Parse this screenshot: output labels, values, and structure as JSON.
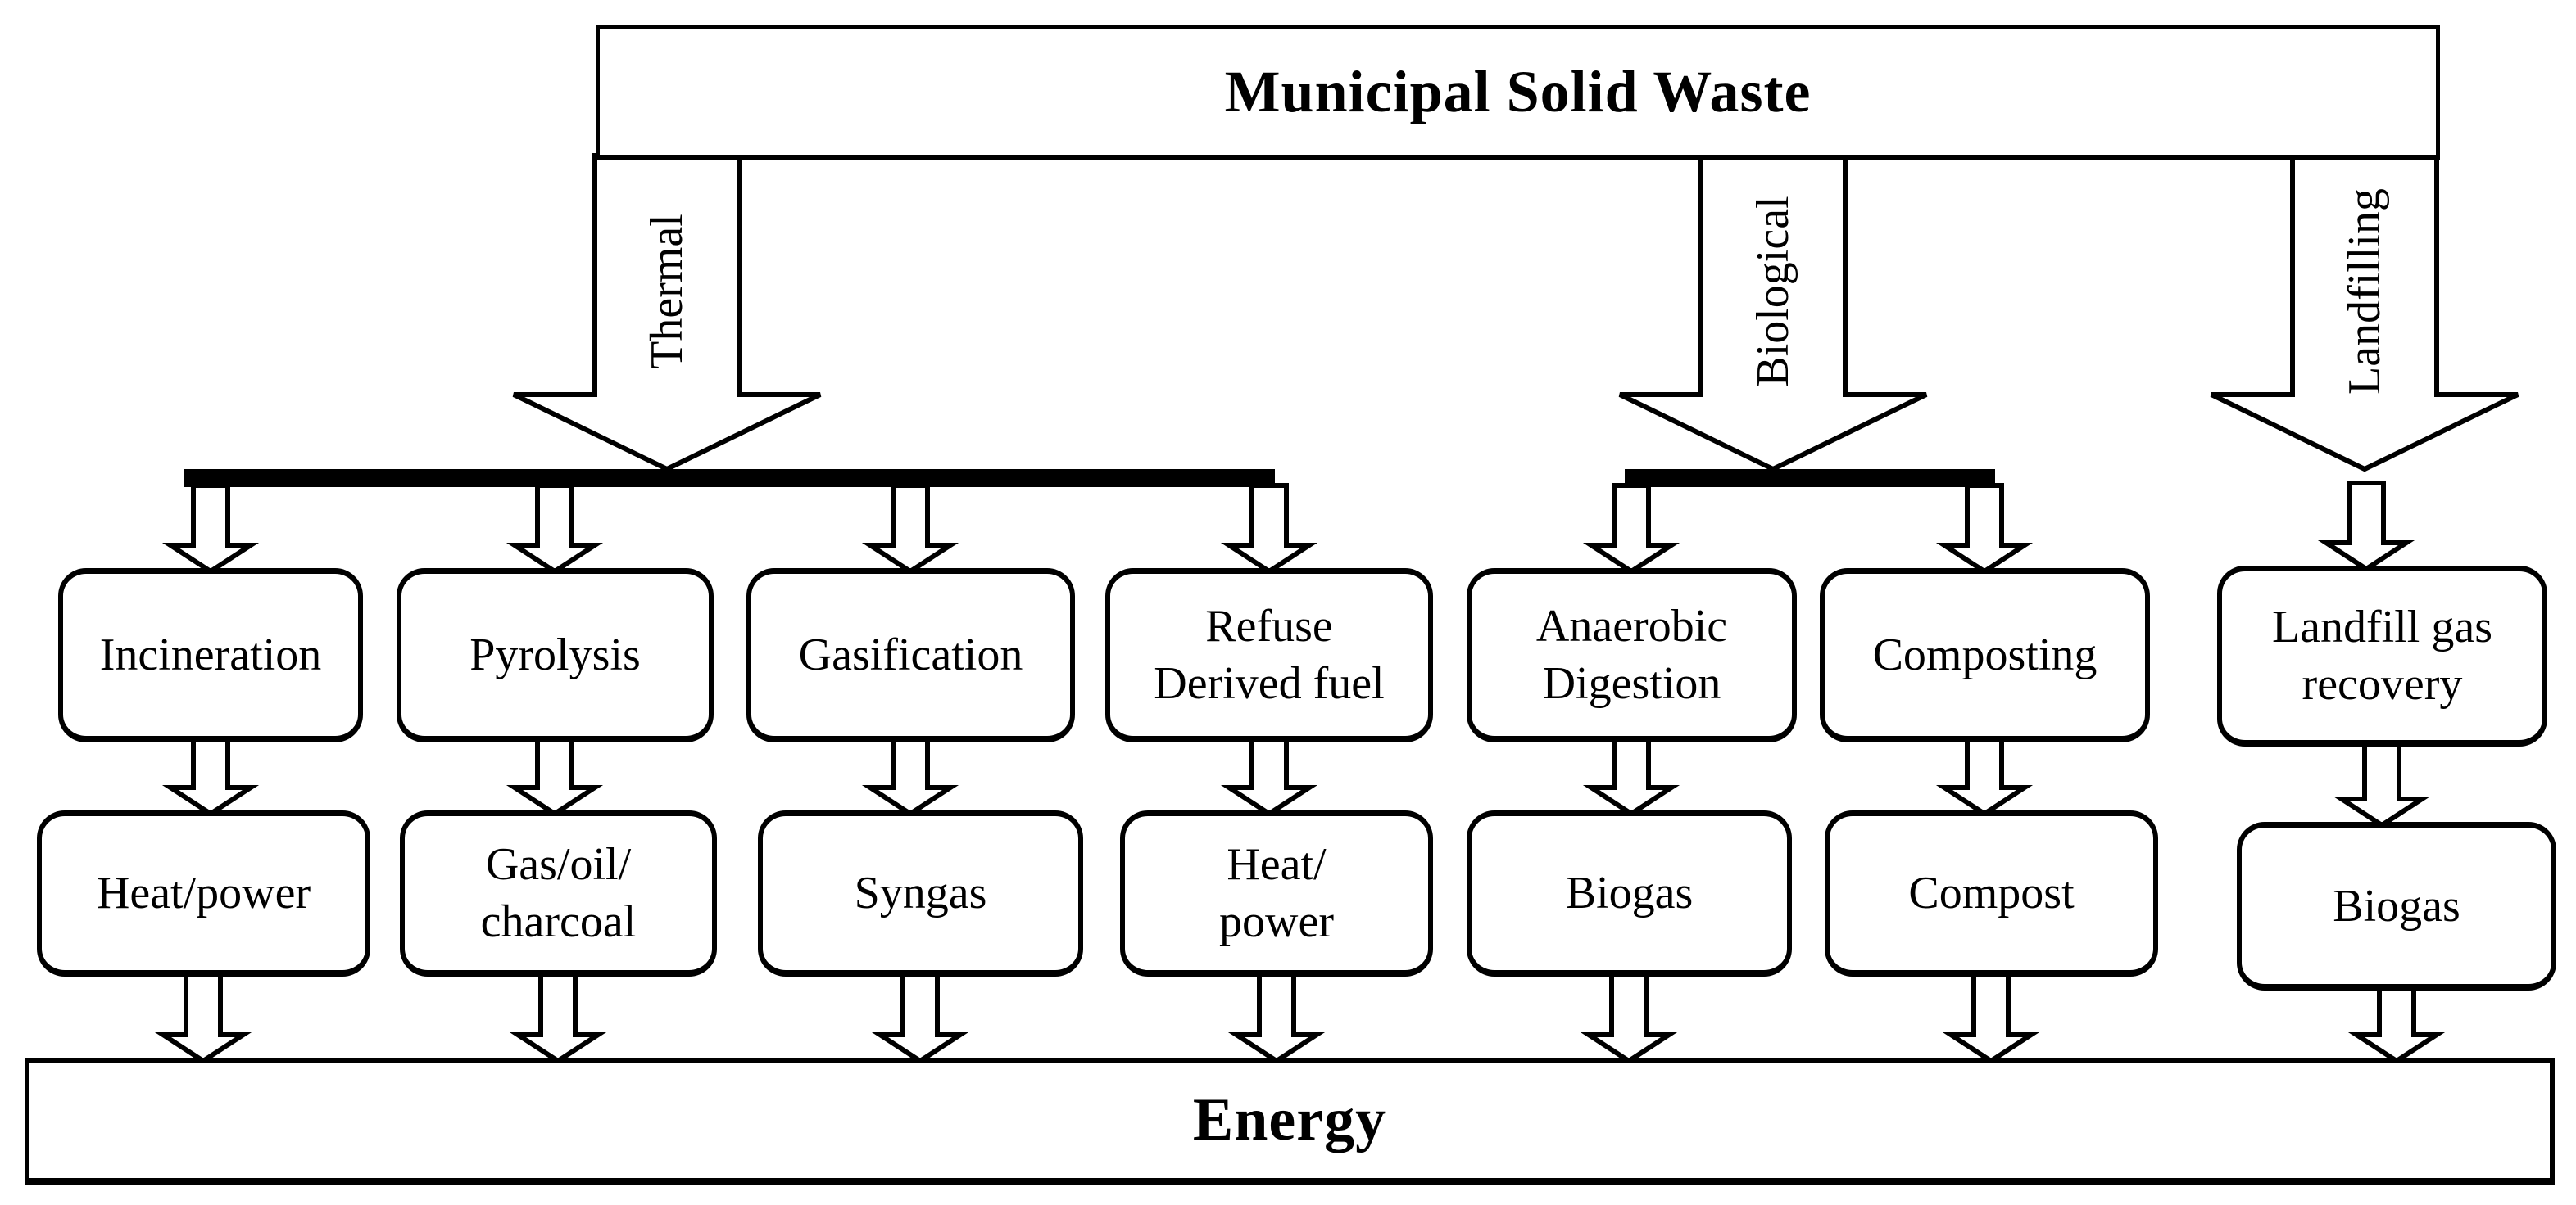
{
  "title": "Municipal Solid Waste",
  "energy_label": "Energy",
  "branches": [
    {
      "label": "Thermal"
    },
    {
      "label": "Biological"
    },
    {
      "label": "Landfilling"
    }
  ],
  "columns": [
    {
      "branch": "Thermal",
      "process": "Incineration",
      "output": "Heat/power"
    },
    {
      "branch": "Thermal",
      "process": "Pyrolysis",
      "output": "Gas/oil/\ncharcoal"
    },
    {
      "branch": "Thermal",
      "process": "Gasification",
      "output": "Syngas"
    },
    {
      "branch": "Thermal",
      "process": "Refuse\nDerived fuel",
      "output": "Heat/\npower"
    },
    {
      "branch": "Biological",
      "process": "Anaerobic\nDigestion",
      "output": "Biogas"
    },
    {
      "branch": "Biological",
      "process": "Composting",
      "output": "Compost"
    },
    {
      "branch": "Landfilling",
      "process": "Landfill gas\nrecovery",
      "output": "Biogas"
    }
  ],
  "colors": {
    "line": "#000000",
    "background": "#ffffff"
  }
}
